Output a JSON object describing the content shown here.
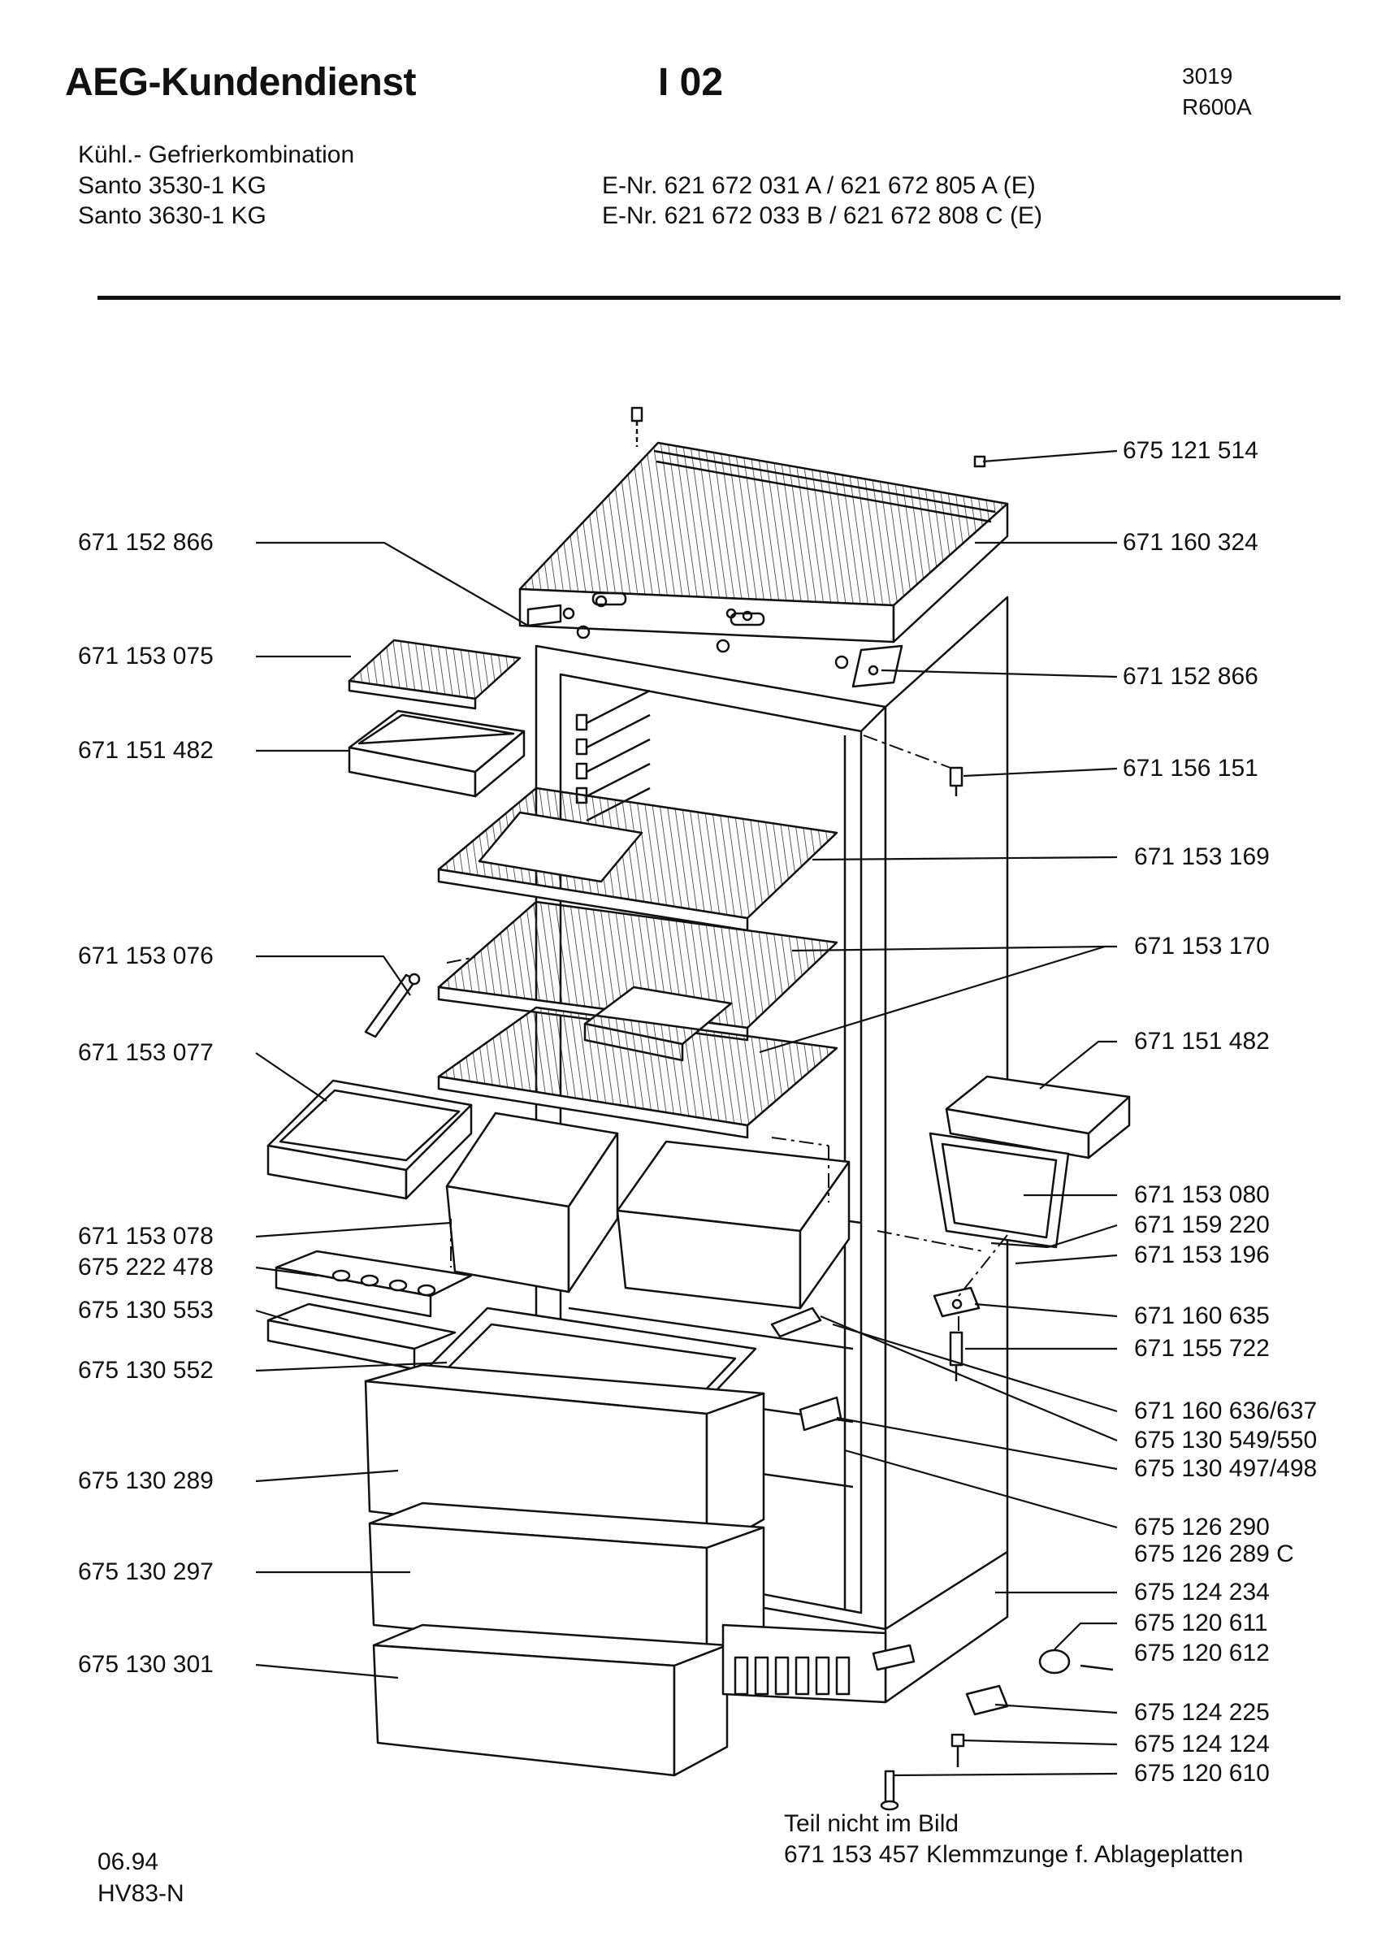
{
  "header": {
    "brand": "AEG-Kundendienst",
    "section": "I 02",
    "code_1": "3019",
    "code_2": "R600A",
    "category": "Kühl.- Gefrierkombination",
    "model_1": "Santo 3530-1 KG",
    "model_2": "Santo 3630-1 KG",
    "enr_1": "E-Nr. 621 672 031 A  /  621 672 805 A  (E)",
    "enr_2": "E-Nr. 621 672 033 B  /  621 672 808 C  (E)"
  },
  "parts_left": [
    "671 152 866",
    "671 153 075",
    "671 151 482",
    "671 153 076",
    "671 153 077",
    "671 153 078",
    "675 222 478",
    "675 130 553",
    "675 130 552",
    "675 130 289",
    "675 130 297",
    "675 130 301"
  ],
  "parts_right": [
    "675 121 514",
    "671 160 324",
    "671 152 866",
    "671 156 151",
    "671 153 169",
    "671 153 170",
    "671 151 482",
    "671 153 080",
    "671 159 220",
    "671 153 196",
    "671 160 635",
    "671 155 722",
    "671 160 636/637",
    "675 130 549/550",
    "675 130 497/498",
    "675 126 290",
    "675 126 289 C",
    "675 124 234",
    "675 120 611",
    "675 120 612",
    "675 124 225",
    "675 124 124",
    "675 120 610"
  ],
  "footer": {
    "date": "06.94",
    "model_code": "HV83-N",
    "note_title": "Teil nicht im Bild",
    "note_text": "671 153 457 Klemmzunge f. Ablageplatten"
  }
}
